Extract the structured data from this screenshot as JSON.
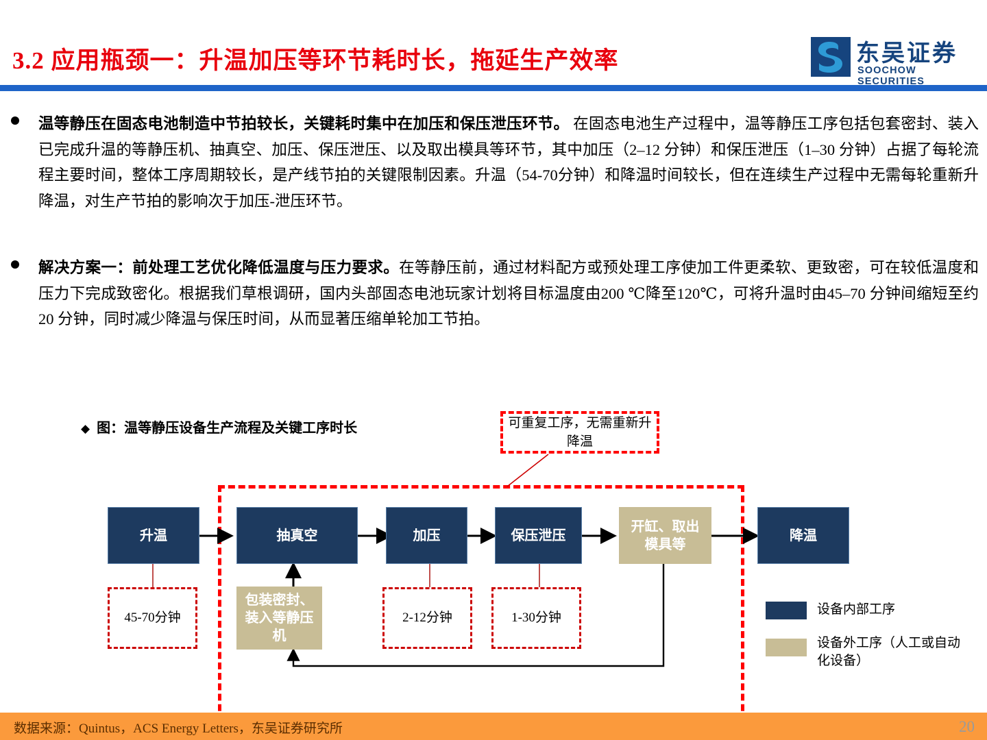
{
  "header": {
    "title": "3.2 应用瓶颈一：升温加压等环节耗时长，拖延生产效率",
    "logo_cn": "东吴证券",
    "logo_en": "SOOCHOW SECURITIES",
    "accent_color": "#1f64c8",
    "title_color": "#e8000d"
  },
  "bullets": [
    {
      "lead": "温等静压在固态电池制造中节拍较长，关键耗时集中在加压和保压泄压环节。",
      "body": " 在固态电池生产过程中，温等静压工序包括包套密封、装入已完成升温的等静压机、抽真空、加压、保压泄压、以及取出模具等环节，其中加压（2–12 分钟）和保压泄压（1–30 分钟）占据了每轮流程主要时间，整体工序周期较长，是产线节拍的关键限制因素。升温（54-70分钟）和降温时间较长，但在连续生产过程中无需每轮重新升降温，对生产节拍的影响次于加压-泄压环节。"
    },
    {
      "lead": "解决方案一：前处理工艺优化降低温度与压力要求。",
      "body": "在等静压前，通过材料配方或预处理工序使加工件更柔软、更致密，可在较低温度和压力下完成致密化。根据我们草根调研，国内头部固态电池玩家计划将目标温度由200 ℃降至120℃，可将升温时由45–70 分钟间缩短至约 20 分钟，同时减少降温与保压时间，从而显著压缩单轮加工节拍。"
    }
  ],
  "figure": {
    "caption_marker": "◆",
    "caption": "图：温等静压设备生产流程及关键工序时长",
    "callout": "可重复工序，无需重新升降温",
    "nodes": [
      {
        "id": "heat",
        "label": "升温",
        "type": "navy"
      },
      {
        "id": "vacuum",
        "label": "抽真空",
        "type": "navy"
      },
      {
        "id": "press",
        "label": "加压",
        "type": "navy"
      },
      {
        "id": "hold",
        "label": "保压泄压",
        "type": "navy"
      },
      {
        "id": "unload",
        "label": "开缸、取出模具等",
        "type": "tan"
      },
      {
        "id": "cool",
        "label": "降温",
        "type": "navy"
      },
      {
        "id": "pack",
        "label": "包装密封、装入等静压机",
        "type": "tan"
      }
    ],
    "durations": [
      {
        "for": "heat",
        "label": "45-70分钟"
      },
      {
        "for": "press",
        "label": "2-12分钟"
      },
      {
        "for": "hold",
        "label": "1-30分钟"
      }
    ],
    "legend": [
      {
        "swatch": "#1d3a5f",
        "label": "设备内部工序"
      },
      {
        "swatch": "#c8bd96",
        "label": "设备外工序（人工或自动化设备）"
      }
    ],
    "colors": {
      "navy": "#1d3a5f",
      "tan": "#c8bd96",
      "dashed": "#ff0000"
    }
  },
  "footer": {
    "source": "数据来源：Quintus，ACS Energy Letters，东吴证券研究所",
    "page": "20",
    "bar_color": "#fb9a3c"
  }
}
